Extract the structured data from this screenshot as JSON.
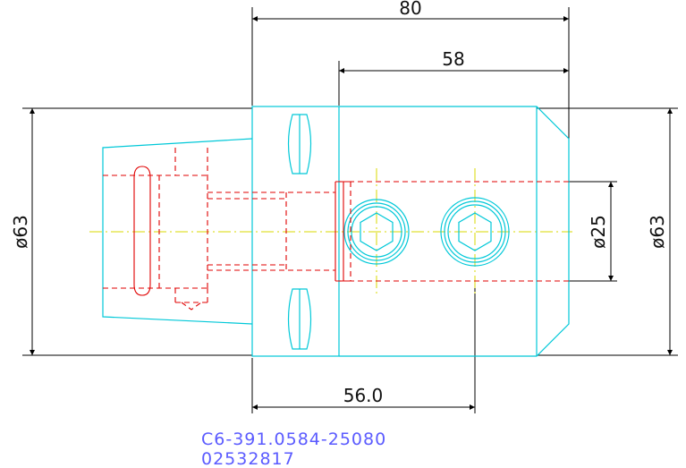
{
  "dimensions": {
    "overall_length": "80",
    "head_length": "58",
    "left_diameter": "ø63",
    "bore_diameter": "ø25",
    "right_diameter": "ø63",
    "screw_spacing": "56.0"
  },
  "part": {
    "code": "C6-391.0584-25080",
    "number": "02532817"
  },
  "colors": {
    "outline": "#00c8d8",
    "hidden": "#e00000",
    "centerline": "#d8d800",
    "dimension": "#000000",
    "label": "#5b5bff"
  }
}
